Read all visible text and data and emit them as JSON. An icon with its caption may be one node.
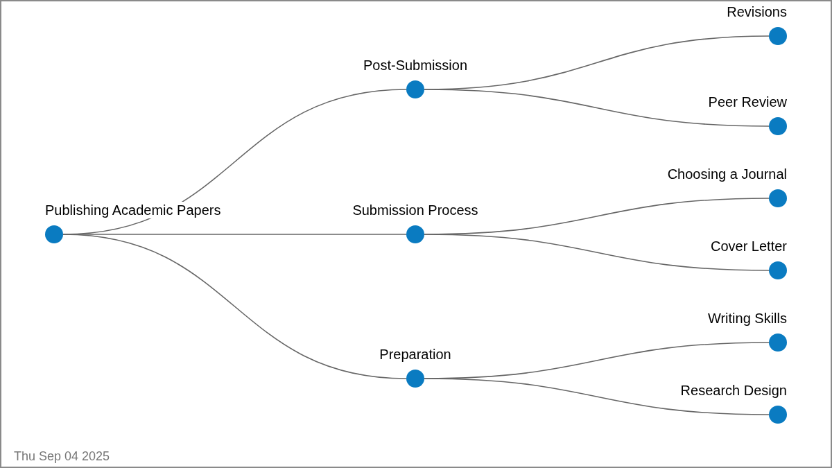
{
  "diagram": {
    "nodes": [
      {
        "text": [
          "Publishing Academic Papers"
        ]
      },
      {
        "text": [
          "Post-Submission"
        ]
      },
      {
        "text": [
          "Revisions"
        ]
      },
      {
        "text": [
          "Peer Review"
        ]
      },
      {
        "text": [
          "Submission Process"
        ]
      },
      {
        "text": [
          "Choosing a Journal"
        ]
      },
      {
        "text": [
          "Cover Letter"
        ]
      },
      {
        "text": [
          "Preparation"
        ]
      },
      {
        "text": [
          "Writing Skills"
        ]
      },
      {
        "text": [
          "Research Design"
        ]
      }
    ],
    "edges": [
      {
        "from": 0,
        "to": 1,
        "arrow": "none"
      },
      {
        "from": 0,
        "to": 4,
        "arrow": "none"
      },
      {
        "from": 0,
        "to": 7,
        "arrow": "none"
      },
      {
        "from": 1,
        "to": 2,
        "arrow": "none"
      },
      {
        "from": 1,
        "to": 3,
        "arrow": "none"
      },
      {
        "from": 4,
        "to": 5,
        "arrow": "none"
      },
      {
        "from": 4,
        "to": 6,
        "arrow": "none"
      },
      {
        "from": 7,
        "to": 8,
        "arrow": "none"
      },
      {
        "from": 7,
        "to": 9,
        "arrow": "none"
      }
    ],
    "labels": [
      "Thu Sep 04 2025"
    ]
  }
}
